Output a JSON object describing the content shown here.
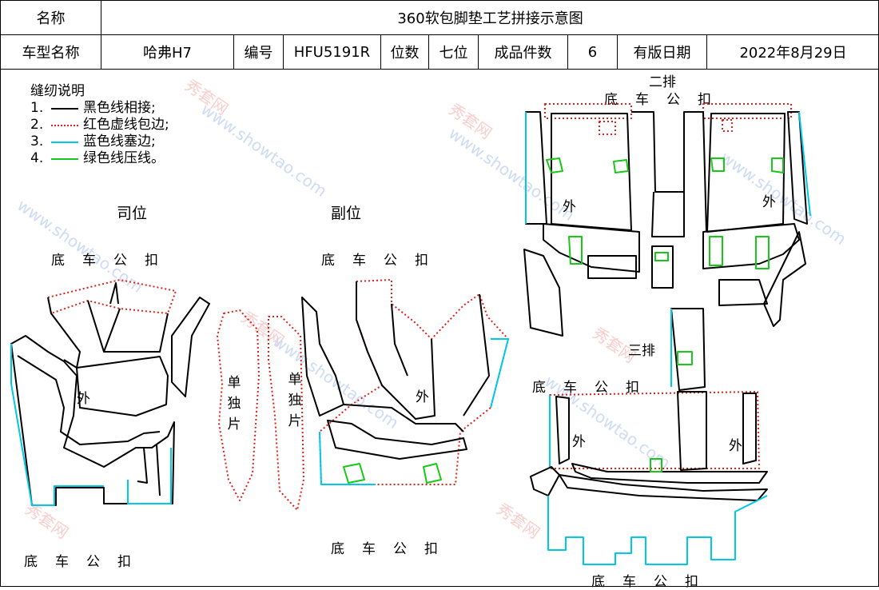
{
  "header": {
    "name_label": "名称",
    "diagram_title": "360软包脚垫工艺拼接示意图",
    "model_label": "车型名称",
    "model_value": "哈弗H7",
    "code_label": "编号",
    "code_value": "HFU5191R",
    "seats_label": "位数",
    "seats_value": "七位",
    "pieces_label": "成品件数",
    "pieces_value": "6",
    "date_label": "有版日期",
    "date_value": "2022年8月29日"
  },
  "legend": {
    "title": "缝纫说明",
    "items": [
      {
        "num": "1.",
        "text": "黑色线相接;",
        "color": "#000000",
        "style": "solid"
      },
      {
        "num": "2.",
        "text": "红色虚线包边;",
        "color": "#e0201a",
        "style": "dotted"
      },
      {
        "num": "3.",
        "text": "蓝色线塞边;",
        "color": "#00c8e8",
        "style": "solid"
      },
      {
        "num": "4.",
        "text": "绿色线压线。",
        "color": "#18c818",
        "style": "solid"
      }
    ]
  },
  "labels": {
    "driver": "司位",
    "passenger": "副位",
    "row2": "二排",
    "row3": "三排",
    "clip": "底车公扣",
    "outside": "外",
    "separate_piece": "单独片"
  },
  "watermark": {
    "cn": "秀套网",
    "en": "www.showtao.com"
  },
  "colors": {
    "black": "#000000",
    "red": "#e0201a",
    "blue": "#00c8e8",
    "green": "#18c818"
  }
}
